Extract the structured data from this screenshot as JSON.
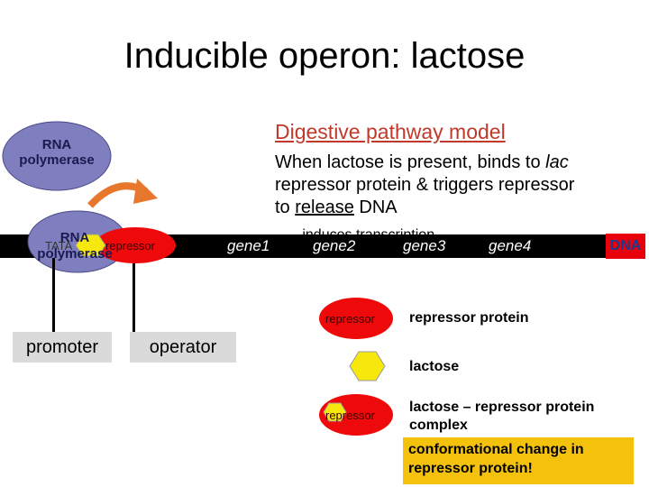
{
  "title": "Inducible operon: lactose",
  "pathway": {
    "title": "Digestive pathway model",
    "body": "When lactose is present, binds to lac repressor protein & triggers repressor to release DNA",
    "body_prefix": "When lactose is present, binds to ",
    "body_lac": "lac",
    "body_mid": " repressor protein & triggers repressor to ",
    "body_release": "release",
    "body_end": " DNA",
    "sub_bullet": "– induces transcription"
  },
  "rna_polymerase_label": "RNA polymerase",
  "rna_polymerase_line1": "RNA",
  "rna_polymerase_line2": "polymerase",
  "dna_strip": {
    "repressor_label": "repressor",
    "tata_label": "TATA",
    "genes": [
      "gene1",
      "gene2",
      "gene3",
      "gene4"
    ],
    "dna_label": "DNA"
  },
  "promoter_label": "promoter",
  "operator_label": "operator",
  "legend": [
    {
      "shape": "repressor",
      "label": "repressor protein",
      "shape_text": "repressor"
    },
    {
      "shape": "lactose",
      "label": "lactose"
    },
    {
      "shape": "complex",
      "label": "lactose – repressor protein complex",
      "shape_text": "repressor"
    }
  ],
  "note": "conformational change in repressor protein!",
  "colors": {
    "polymerase": "#7f7fbf",
    "repressor": "#ee0a0a",
    "lactose": "#f6e80c",
    "arrow": "#e8772e",
    "pathway_title": "#c0392b",
    "dna_label": "#1e3a8a",
    "note_bg": "#f4c20d"
  }
}
